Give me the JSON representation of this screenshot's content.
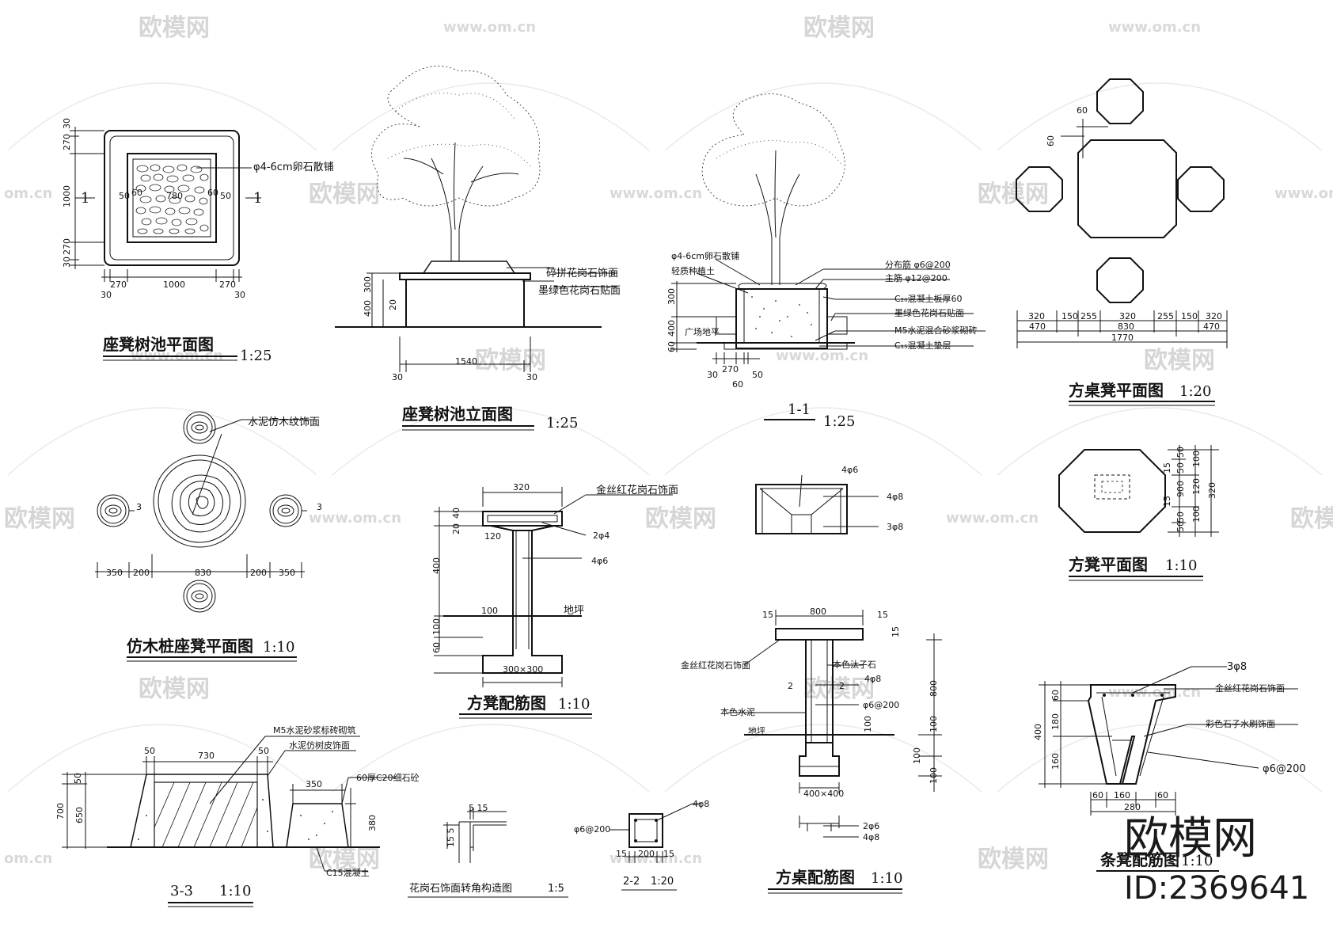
{
  "brand": {
    "logo": "欧模网",
    "id": "ID:2369641",
    "watermark": "欧模网",
    "url": "www.om.cn",
    "url_short": "om.cn"
  },
  "titles": {
    "plan": "座凳树池平面图",
    "plan_scale": "1:25",
    "elev": "座凳树池立面图",
    "elev_scale": "1:25",
    "sec11": "1-1",
    "sec11_scale": "1:25",
    "table_plan": "方桌凳平面图",
    "table_plan_scale": "1:20",
    "stool_plan": "方凳平面图",
    "stool_plan_scale": "1:10",
    "stump_plan": "仿木桩座凳平面图",
    "stump_plan_scale": "1:10",
    "stool_rebar": "方凳配筋图",
    "stool_rebar_scale": "1:10",
    "sec33": "3-3",
    "sec33_scale": "1:10",
    "corner": "花岗石饰面转角构造图",
    "corner_scale": "1:5",
    "sec22": "2-2",
    "sec22_scale": "1:20",
    "table_rebar": "方桌配筋图",
    "table_rebar_scale": "1:10",
    "bench_rebar": "条凳配筋图",
    "bench_rebar_scale": "1:10"
  },
  "notes": {
    "pebble": "φ4-6cm卵石散铺",
    "granite_mosaic": "碎拼花岗石饰面",
    "dark_green": "墨绿色花岗石贴面",
    "light_soil": "轻质种植土",
    "dist_bar": "分布筋 φ6@200",
    "main_bar": "主筋 φ12@200",
    "slab": "C₂₀混凝土板厚60",
    "dark_green2": "墨绿色花岗石贴面",
    "m5": "M5水泥混合砂浆砌砖",
    "cushion": "C₁₅混凝土垫层",
    "plaza": "广场地平",
    "faux_wood": "水泥仿木纹饰面",
    "jinsi": "金丝红花岗石饰面",
    "ground": "地坪",
    "m5b": "M5水泥砂浆标砖砌筑",
    "faux_bark": "水泥仿树皮饰面",
    "c20": "60厚C20细石砼",
    "c15": "C15混凝土",
    "natural_terrazzo": "本色汰子石",
    "natural_cement": "本色水泥",
    "jinsi2": "金丝红花岗石饰面",
    "colored_stone": "彩色石子水刷饰面",
    "jinsi3": "金丝红花岗石饰面"
  },
  "dims": {
    "p30": "30",
    "p270": "270",
    "p1000": "1000",
    "p50": "50",
    "p60": "60",
    "p780": "780",
    "p1": "1",
    "e300": "300",
    "e400": "400",
    "e20": "20",
    "e1540": "1540",
    "e30": "30",
    "s300": "300",
    "s400": "400",
    "s60": "60",
    "s30": "30",
    "s270": "270",
    "s50": "50",
    "t60": "60",
    "t320": "320",
    "t150": "150",
    "t255": "255",
    "t470": "470",
    "t830": "830",
    "t1770": "1770",
    "q50": "50",
    "q15": "15",
    "q900": "900",
    "q100": "100",
    "q120": "120",
    "q320": "320",
    "w3": "3",
    "w350": "350",
    "w200": "200",
    "w830": "830",
    "r320": "320",
    "r40": "40",
    "r20": "20",
    "r120": "120",
    "r2p4": "2φ4",
    "r4p6": "4φ6",
    "r400": "400",
    "r100": "100",
    "r60": "60",
    "r300x300": "300×300",
    "x4p6": "4φ6",
    "x4p8": "4φ8",
    "x3p8": "3φ8",
    "m800": "800",
    "m15": "15",
    "m2": "2",
    "m4p8": "4φ8",
    "m6at200": "φ6@200",
    "m100": "100",
    "m400x400": "400×400",
    "m2p6": "2φ6",
    "m4p8b": "4φ8",
    "k50": "50",
    "k730": "730",
    "k350": "350",
    "k700": "700",
    "k650": "650",
    "k380": "380",
    "c515": "5 15",
    "c155": "15 5",
    "d4p8": "4φ8",
    "d6at200": "φ6@200",
    "d15": "15",
    "d200": "200",
    "b3p8": "3φ8",
    "b400": "400",
    "b60": "60",
    "b180": "180",
    "b160": "160",
    "b6at200": "φ6@200",
    "b280": "280"
  }
}
